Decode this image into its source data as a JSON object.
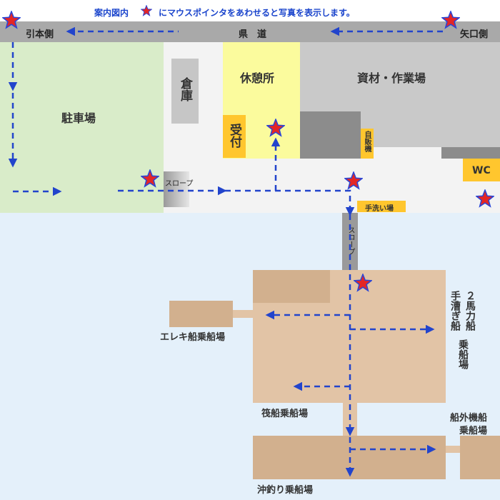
{
  "instruction": {
    "before": "案内図内",
    "after": "にマウスポインタをあわせると写真を表示します。",
    "star_icon": "star-icon"
  },
  "road": {
    "left": "引本側",
    "center": "県　道",
    "right": "矢口側"
  },
  "labels": {
    "parking": "駐車場",
    "storage": "倉庫",
    "rest_area": "休憩所",
    "reception": "受付",
    "materials": "資材・作業場",
    "vending": "自販機",
    "wc": "WC",
    "slope_h": "スロープ",
    "handwash": "手洗い場",
    "slope_v": "スロープ",
    "electric_boat": "エレキ船乗船場",
    "hand_row": "手漕ぎ船",
    "two_hp": "２馬力船",
    "boarding": "乗船場",
    "raft": "筏船乗船場",
    "outboard_1": "船外機船",
    "outboard_2": "乗船場",
    "offshore": "沖釣り乗船場"
  },
  "colors": {
    "header_text": "#1a44cc",
    "road": "#a9a9a9",
    "parking": "#d9ecc9",
    "sea": "#e4f0fa",
    "rest_area": "#fbfb9d",
    "sign": "#ffc62e",
    "building_gray": "#8c8c8c",
    "pier": "#e2c4a6",
    "pier_dark": "#d2b08e",
    "route": "#2244cc",
    "star_fill": "#e32626",
    "star_stroke": "#2845d8"
  }
}
